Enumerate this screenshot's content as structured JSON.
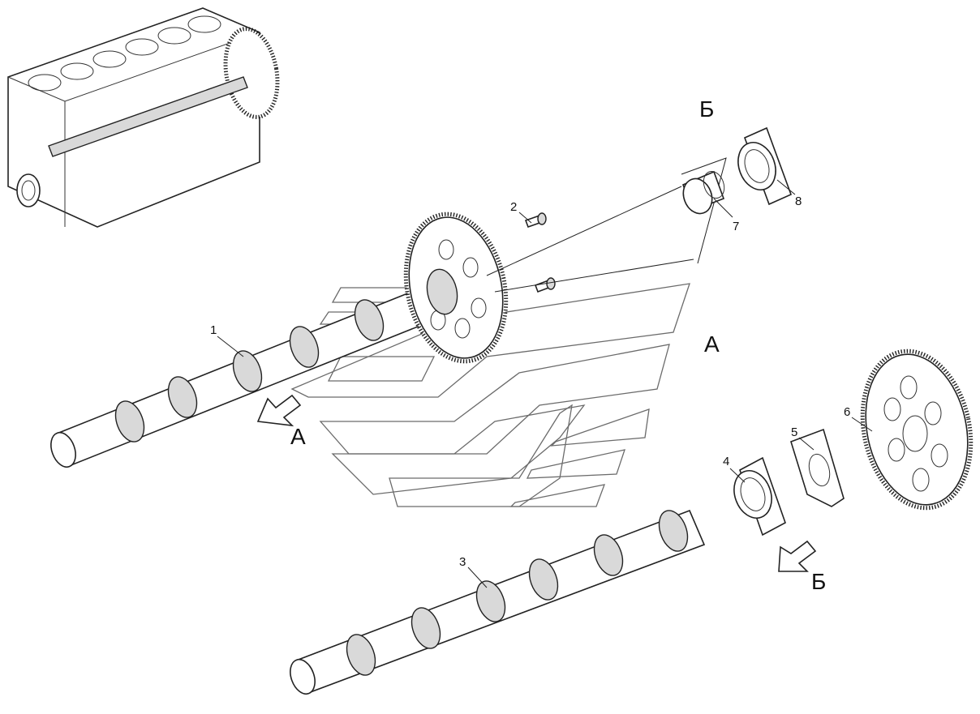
{
  "diagram": {
    "callouts": [
      {
        "id": "1",
        "label": "1"
      },
      {
        "id": "2",
        "label": "2"
      },
      {
        "id": "3",
        "label": "3"
      },
      {
        "id": "4",
        "label": "4"
      },
      {
        "id": "5",
        "label": "5"
      },
      {
        "id": "6",
        "label": "6"
      },
      {
        "id": "7",
        "label": "7"
      },
      {
        "id": "8",
        "label": "8"
      }
    ],
    "view_labels": {
      "a_arrow": "А",
      "a_detail": "А",
      "b_arrow": "Б",
      "b_detail": "Б"
    }
  }
}
